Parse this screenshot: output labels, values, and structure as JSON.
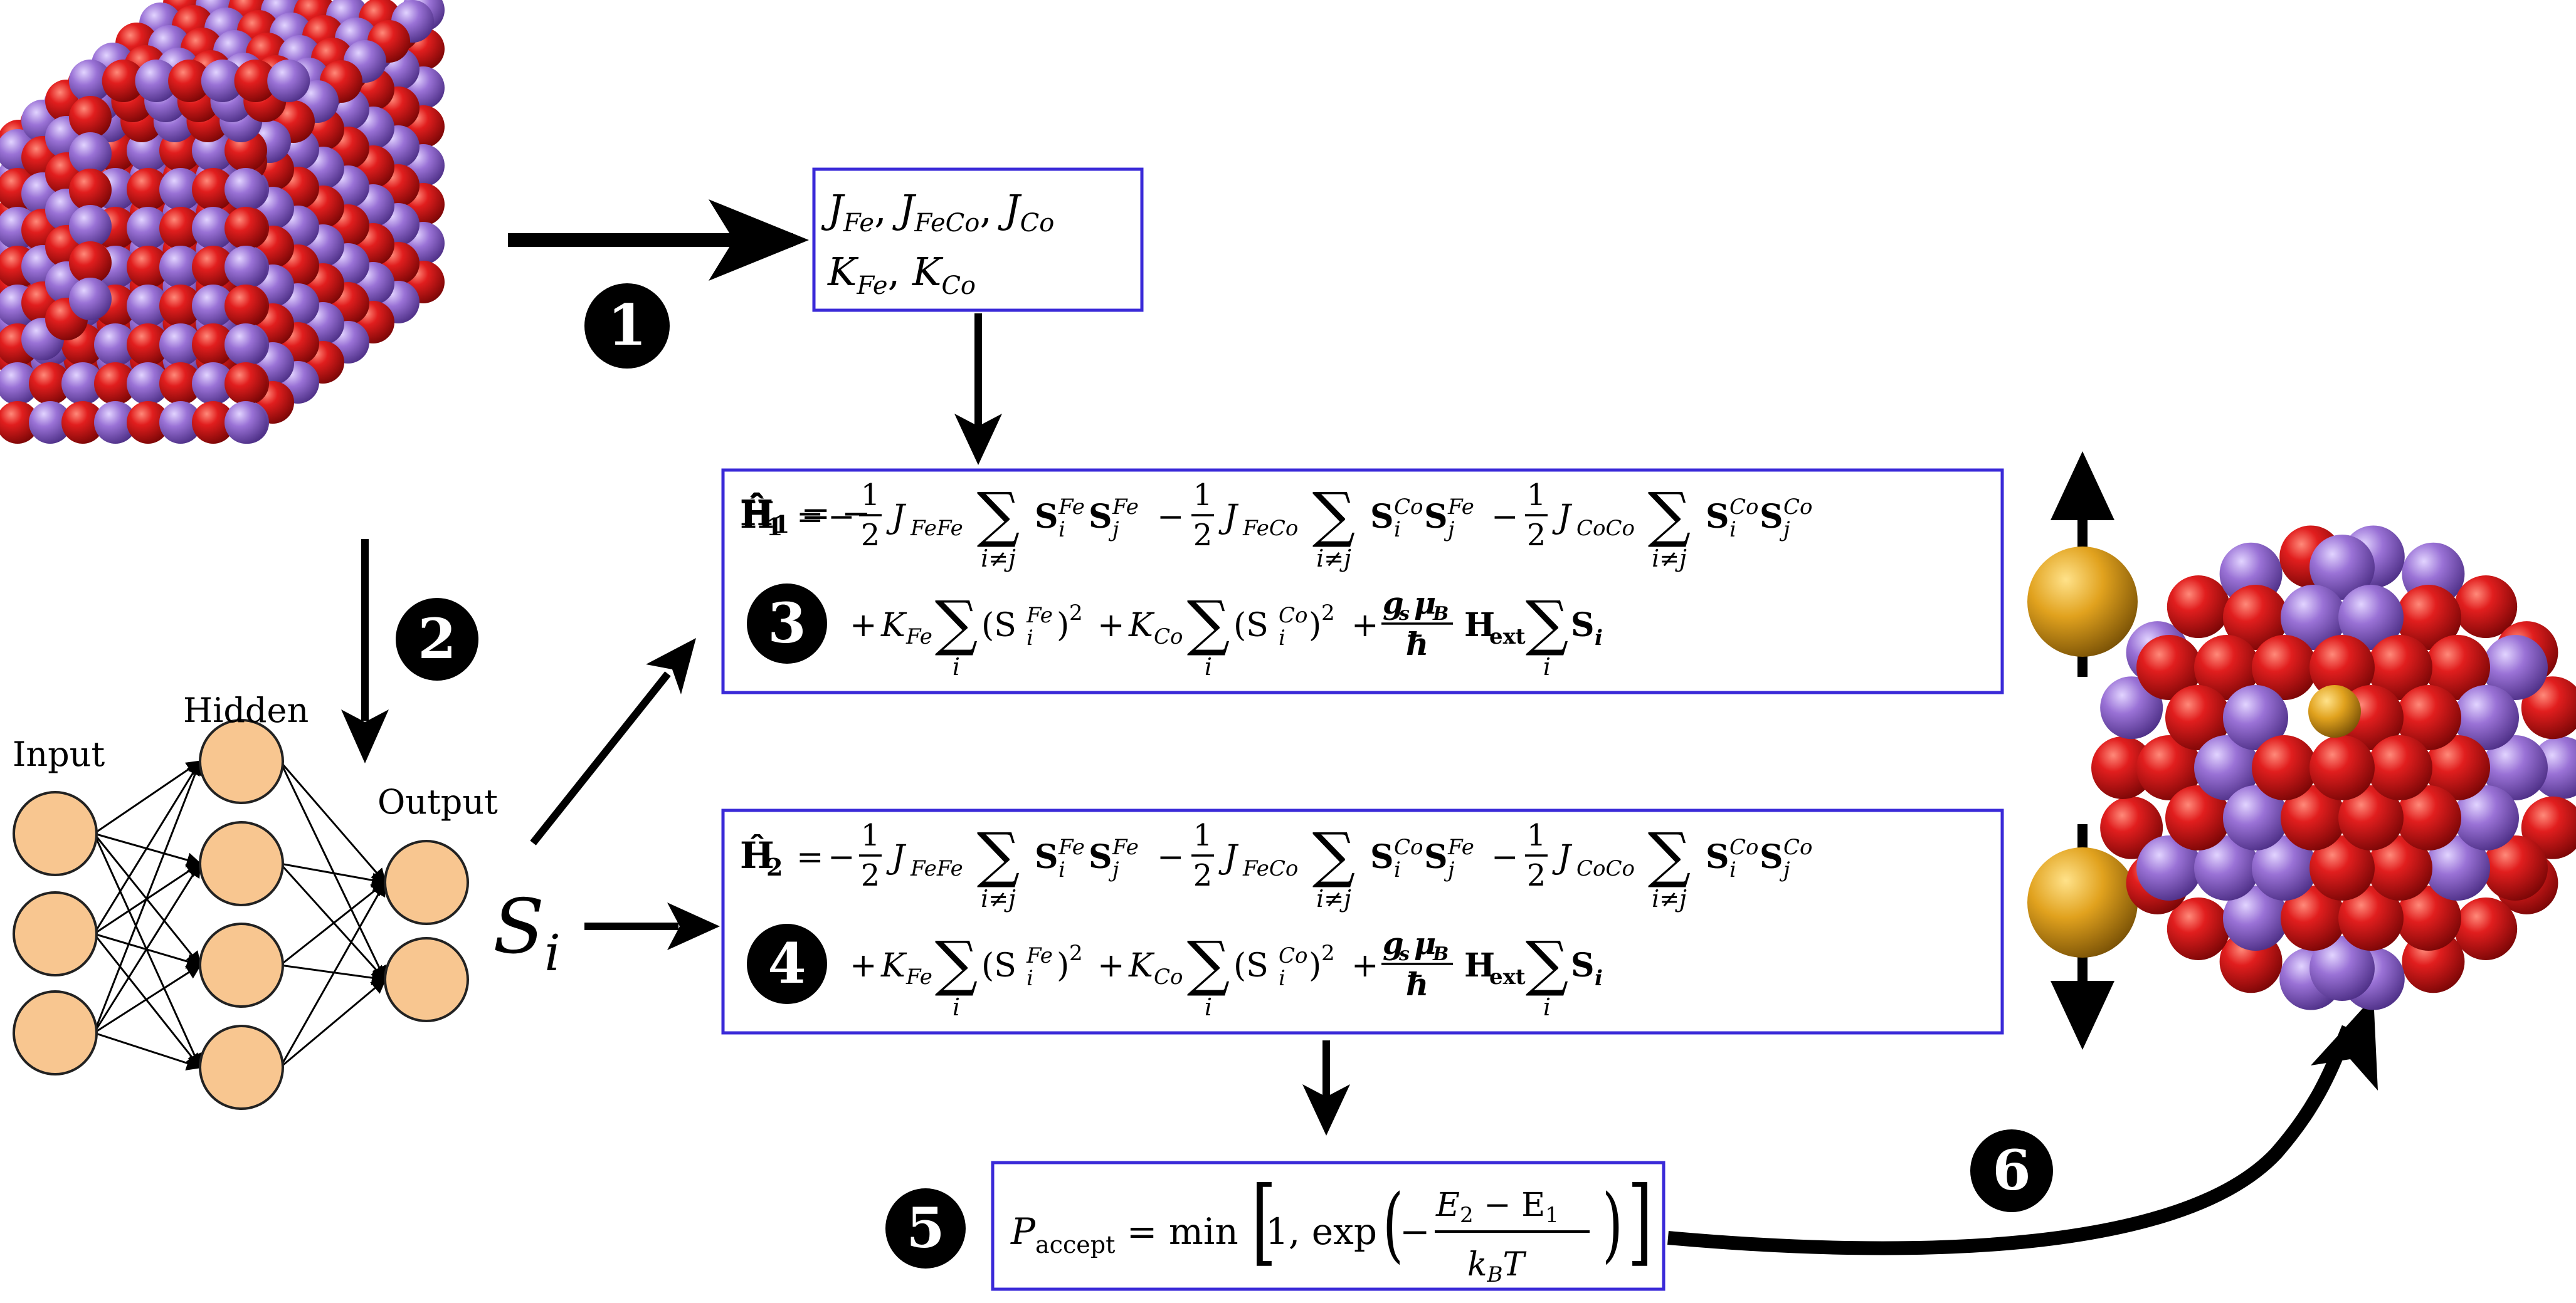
{
  "colors": {
    "box_border": "#3a2ad8",
    "atom_red": "#d11616",
    "atom_purple": "#9a72d6",
    "neuron_fill": "#f8c690",
    "neuron_stroke": "#222222",
    "spin_gold": "#e1a21e",
    "arrow": "#000000",
    "badge_bg": "#000000",
    "badge_text": "#ffffff"
  },
  "icons": [
    "bcc-crystal-cube",
    "neural-network",
    "spin-up-arrow",
    "spin-down-arrow",
    "nanoparticle-cluster",
    "curved-arrow"
  ],
  "steps": {
    "s1": "1",
    "s2": "2",
    "s3": "3",
    "s4": "4",
    "s5": "5",
    "s6": "6"
  },
  "network": {
    "input": "Input",
    "hidden": "Hidden",
    "output": "Output"
  },
  "spin_symbol": {
    "base": "S",
    "sub": "i"
  },
  "params": {
    "line1": {
      "J1": "J",
      "J1sub": "Fe",
      "J2": "J",
      "J2sub": "FeCo",
      "J3": "J",
      "J3sub": "Co"
    },
    "line2": {
      "K1": "K",
      "K1sub": "Fe",
      "K2": "K",
      "K2sub": "Co"
    }
  },
  "h1": {
    "label": "Ĥ",
    "index": "1"
  },
  "h2": {
    "label": "Ĥ",
    "index": "2"
  },
  "eq": {
    "minus": "−",
    "plus": "+",
    "eq": "=",
    "half_num": "1",
    "half_den": "2",
    "J": "J",
    "JFeFe": "FeFe",
    "JFeCo": "FeCo",
    "JCoCo": "CoCo",
    "sum": "∑",
    "sum_idx": "i≠j",
    "sum_i": "i",
    "S": "S",
    "i": "i",
    "j": "j",
    "Fe": "Fe",
    "Co": "Co",
    "K": "K",
    "lp": "(",
    "rp": ")",
    "sq": "2",
    "gs": "g",
    "gs_sub": "s",
    "muB": "μ",
    "muB_sub": "B",
    "hbar": "ħ",
    "H": "H",
    "ext": "ext"
  },
  "accept": {
    "P": "P",
    "P_sub": "accept",
    "min": "min",
    "one": "1,",
    "exp": "exp",
    "num": "E",
    "num_sub2": "2",
    "num_minus": " − E",
    "num_sub1": "1",
    "den_k": "k",
    "den_sub": "B",
    "den_T": "T"
  }
}
